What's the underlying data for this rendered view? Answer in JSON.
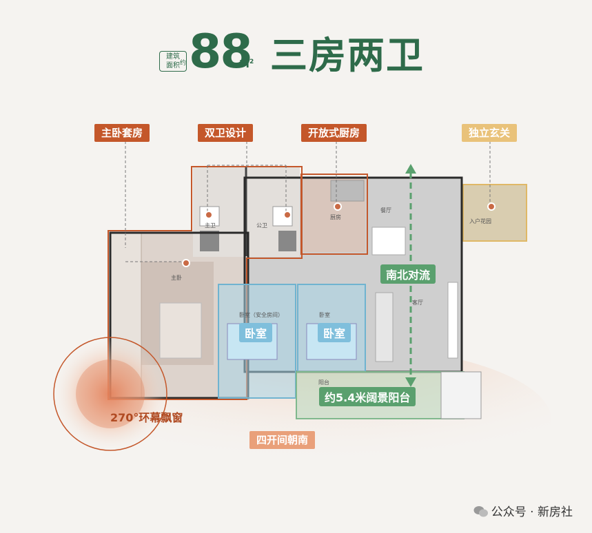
{
  "header": {
    "area_tag_line1": "建筑",
    "area_tag_line2": "面积",
    "area_tag_suffix": "约",
    "area_value": "88",
    "area_unit": "M",
    "area_unit_sup": "2",
    "title": "三房两卫"
  },
  "feature_tags": {
    "master_suite": "主卧套房",
    "double_bath": "双卫设计",
    "open_kitchen": "开放式厨房",
    "foyer": "独立玄关"
  },
  "rooms": {
    "master_bath": "主卫",
    "public_bath": "公卫",
    "kitchen": "厨房",
    "dining": "餐厅",
    "entry_garden": "入户花园",
    "master_bedroom": "主卧",
    "bedroom_safe": "卧室（安全房间）",
    "bedroom": "卧室",
    "living": "客厅",
    "balcony": "阳台"
  },
  "highlights": {
    "bedroom1": "卧室",
    "bedroom2": "卧室",
    "airflow": "南北对流",
    "balcony": "约5.4米阔景阳台",
    "window": "270°环幕飘窗",
    "south": "四开间朝南"
  },
  "footer": {
    "source": "公众号 · 新房社"
  },
  "colors": {
    "brand_green": "#2e6b4a",
    "accent_orange": "#c4572a",
    "accent_gold": "#e9c27a",
    "blue_highlight": "#6fb3d0",
    "green_highlight": "#7fb88d"
  }
}
